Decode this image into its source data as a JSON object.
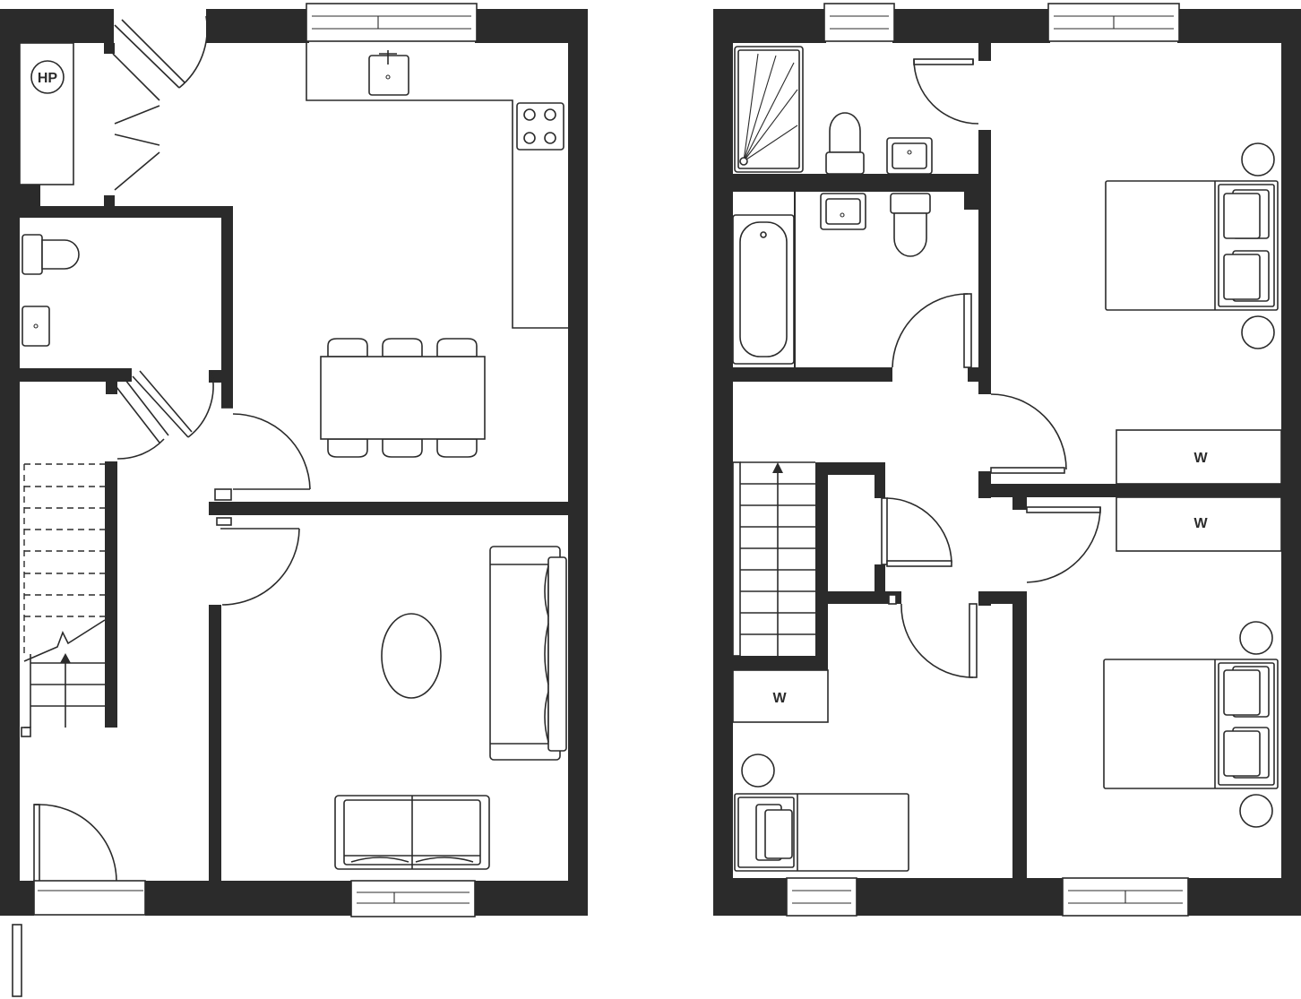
{
  "floor_plan": {
    "colors": {
      "wall": "#2b2b2b",
      "background": "#ffffff"
    },
    "ground_floor": {
      "heat_pump_label": "HP"
    },
    "first_floor": {
      "wardrobe_labels": [
        "W",
        "W",
        "W"
      ]
    }
  }
}
